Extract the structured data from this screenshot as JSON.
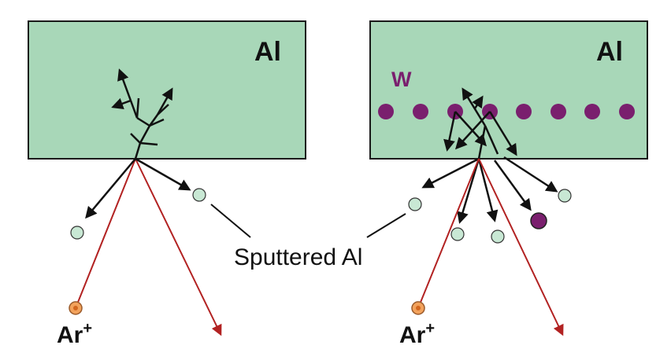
{
  "panels": {
    "left": {
      "material_label": "Al"
    },
    "right": {
      "material_label": "Al",
      "dopant_label": "W"
    }
  },
  "callout_label": "Sputtered Al",
  "ion_label_base": "Ar",
  "ion_label_charge": "+",
  "colors": {
    "target_fill": "#a8d7b8",
    "target_stroke": "#1a1a1a",
    "tungsten": "#7a1f6e",
    "ion_fill": "#f2a25c",
    "ion_trajectory": "#b22222",
    "cascade": "#111111",
    "sputtered_fill": "#c8e8d4"
  }
}
